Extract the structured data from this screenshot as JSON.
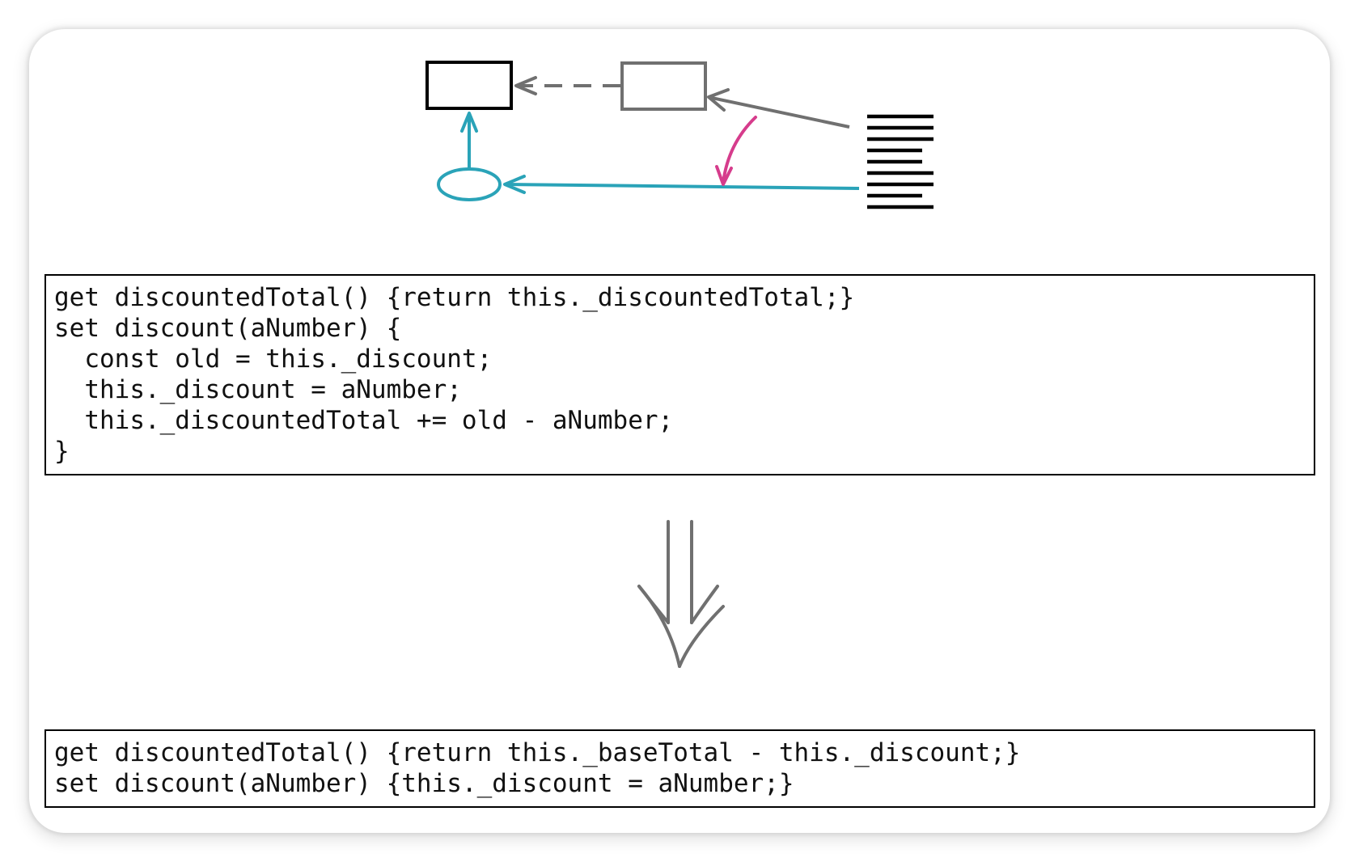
{
  "before_code": {
    "lines": [
      "get discountedTotal() {return this._discountedTotal;}",
      "set discount(aNumber) {",
      "  const old = this._discount;",
      "  this._discount = aNumber;",
      "  this._discountedTotal += old - aNumber;",
      "}"
    ]
  },
  "after_code": {
    "lines": [
      "get discountedTotal() {return this._baseTotal - this._discount;}",
      "set discount(aNumber) {this._discount = aNumber;}"
    ]
  },
  "colors": {
    "accent_teal": "#2aa3b8",
    "accent_magenta": "#d63c8c",
    "gray": "#707070",
    "black": "#000000"
  },
  "icons": {
    "refactor_arrow": "double-down-arrow-icon"
  }
}
